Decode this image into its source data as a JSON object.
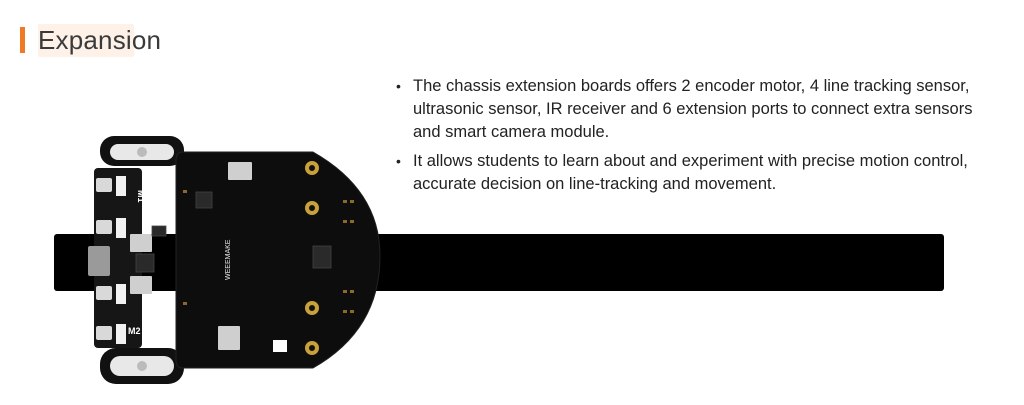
{
  "header": {
    "title": "Expansion",
    "accent_color": "#f07a23"
  },
  "bullets": [
    {
      "text": "The chassis extension boards offers 2 encoder motor, 4 line tracking sensor, ultrasonic sensor, IR receiver and 6 extension ports to connect extra sensors and smart camera module."
    },
    {
      "text": "It allows students to learn about and experiment with precise motion control, accurate decision on line-tracking and movement."
    }
  ],
  "board": {
    "brand": "WEEEMAKE",
    "motor_labels": [
      "M1",
      "M2"
    ]
  }
}
